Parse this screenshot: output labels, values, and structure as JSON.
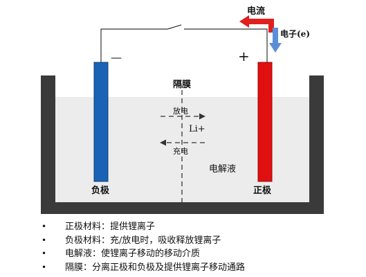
{
  "diagram": {
    "current_label": "电流",
    "electron_label": "电子(e)",
    "negative_sign": "—",
    "positive_sign": "+",
    "separator_label": "隔膜",
    "discharge_label": "放电",
    "charge_label": "充电",
    "ion_label": "Li+",
    "electrolyte_label": "电解液",
    "anode_label": "负极",
    "cathode_label": "正极",
    "colors": {
      "anode": "#1a62b5",
      "cathode": "#e00f10",
      "current_arrow": "#e0201e",
      "electron_arrow": "#5a8fd8",
      "container": "#3a3a3a",
      "electrolyte": "#ececec"
    }
  },
  "notes": [
    {
      "bullet": "•",
      "text": "正极材料：提供锂离子"
    },
    {
      "bullet": "•",
      "text": "负极材料：充/放电时，吸收释放锂离子"
    },
    {
      "bullet": "•",
      "text": "电解液：使锂离子移动的移动介质"
    },
    {
      "bullet": "•",
      "text": "隔膜：分离正极和负极及提供锂离子移动通路"
    }
  ]
}
